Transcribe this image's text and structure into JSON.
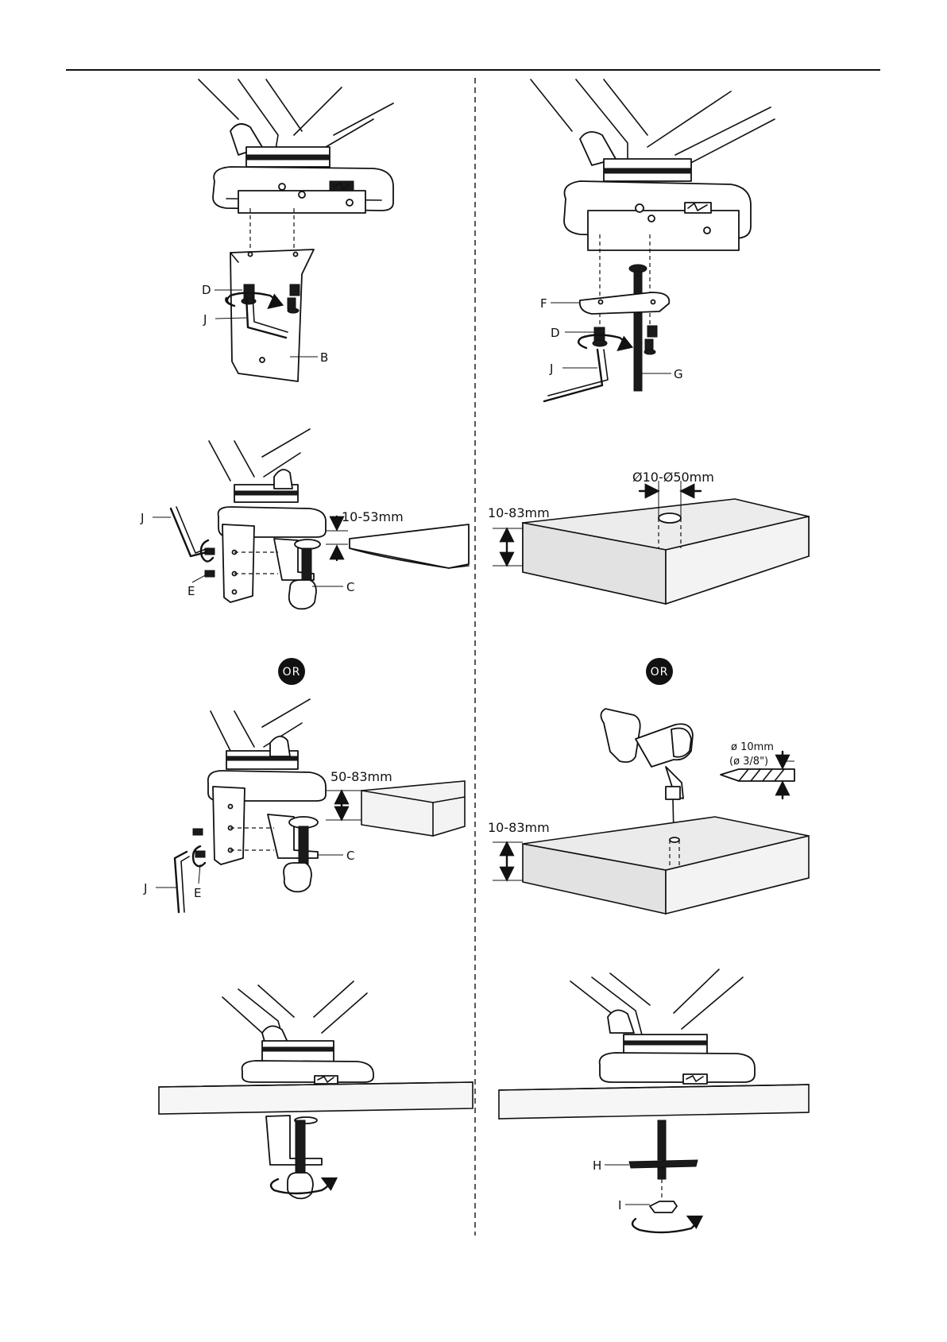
{
  "labels": {
    "D": "D",
    "J": "J",
    "B": "B",
    "F": "F",
    "G": "G",
    "E": "E",
    "C": "C",
    "H": "H",
    "I": "I"
  },
  "dimensions": {
    "clamp_thin": "10-53mm",
    "clamp_thick": "50-83mm",
    "desk_thickness": "10-83mm",
    "hole_range": "Ø10-Ø50mm",
    "drill_metric": "ø 10mm",
    "drill_imperial": "(ø 3/8\")"
  },
  "or_badge": "OR"
}
